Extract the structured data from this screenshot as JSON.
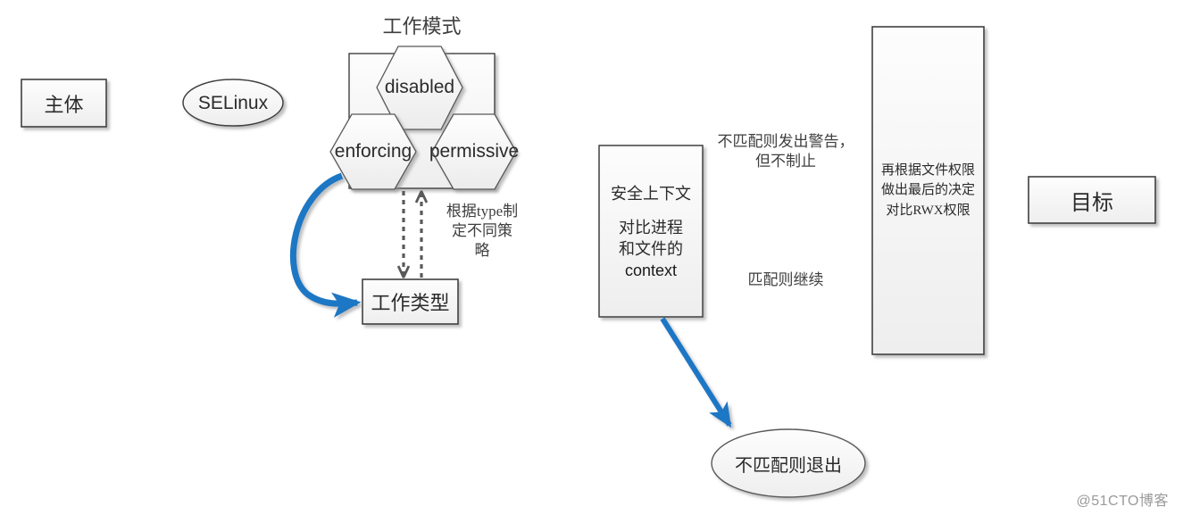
{
  "diagram": {
    "title_label": "工作模式",
    "nodes": {
      "subject": {
        "label": "主体"
      },
      "selinux": {
        "label": "SELinux"
      },
      "mode_disabled": {
        "label": "disabled"
      },
      "mode_enforcing": {
        "label": "enforcing"
      },
      "mode_permissive": {
        "label": "permissive"
      },
      "work_type": {
        "label": "工作类型"
      },
      "security_context": {
        "line1": "安全上下文",
        "line2": "对比进程",
        "line3": "和文件的",
        "line4": "context"
      },
      "file_permission": {
        "line1": "再根据文件权限",
        "line2": "做出最后的决定",
        "line3": "对比RWX权限"
      },
      "target": {
        "label": "目标"
      },
      "exit_ellipse": {
        "label": "不匹配则退出"
      }
    },
    "edge_labels": {
      "type_policy": {
        "line1": "根据type制",
        "line2": "定不同策",
        "line3": "略"
      },
      "warn_not_block": {
        "line1": "不匹配则发出警告，",
        "line2": "但不制止"
      },
      "match_continue": {
        "label": "匹配则继续"
      }
    },
    "colors": {
      "yellow": "#ffff00",
      "red": "#c00000",
      "blue": "#1f77c4",
      "dark": "#404040",
      "outline": "#404040",
      "text": "#3f3f3f"
    }
  },
  "watermark": {
    "text": "@51CTO博客"
  }
}
